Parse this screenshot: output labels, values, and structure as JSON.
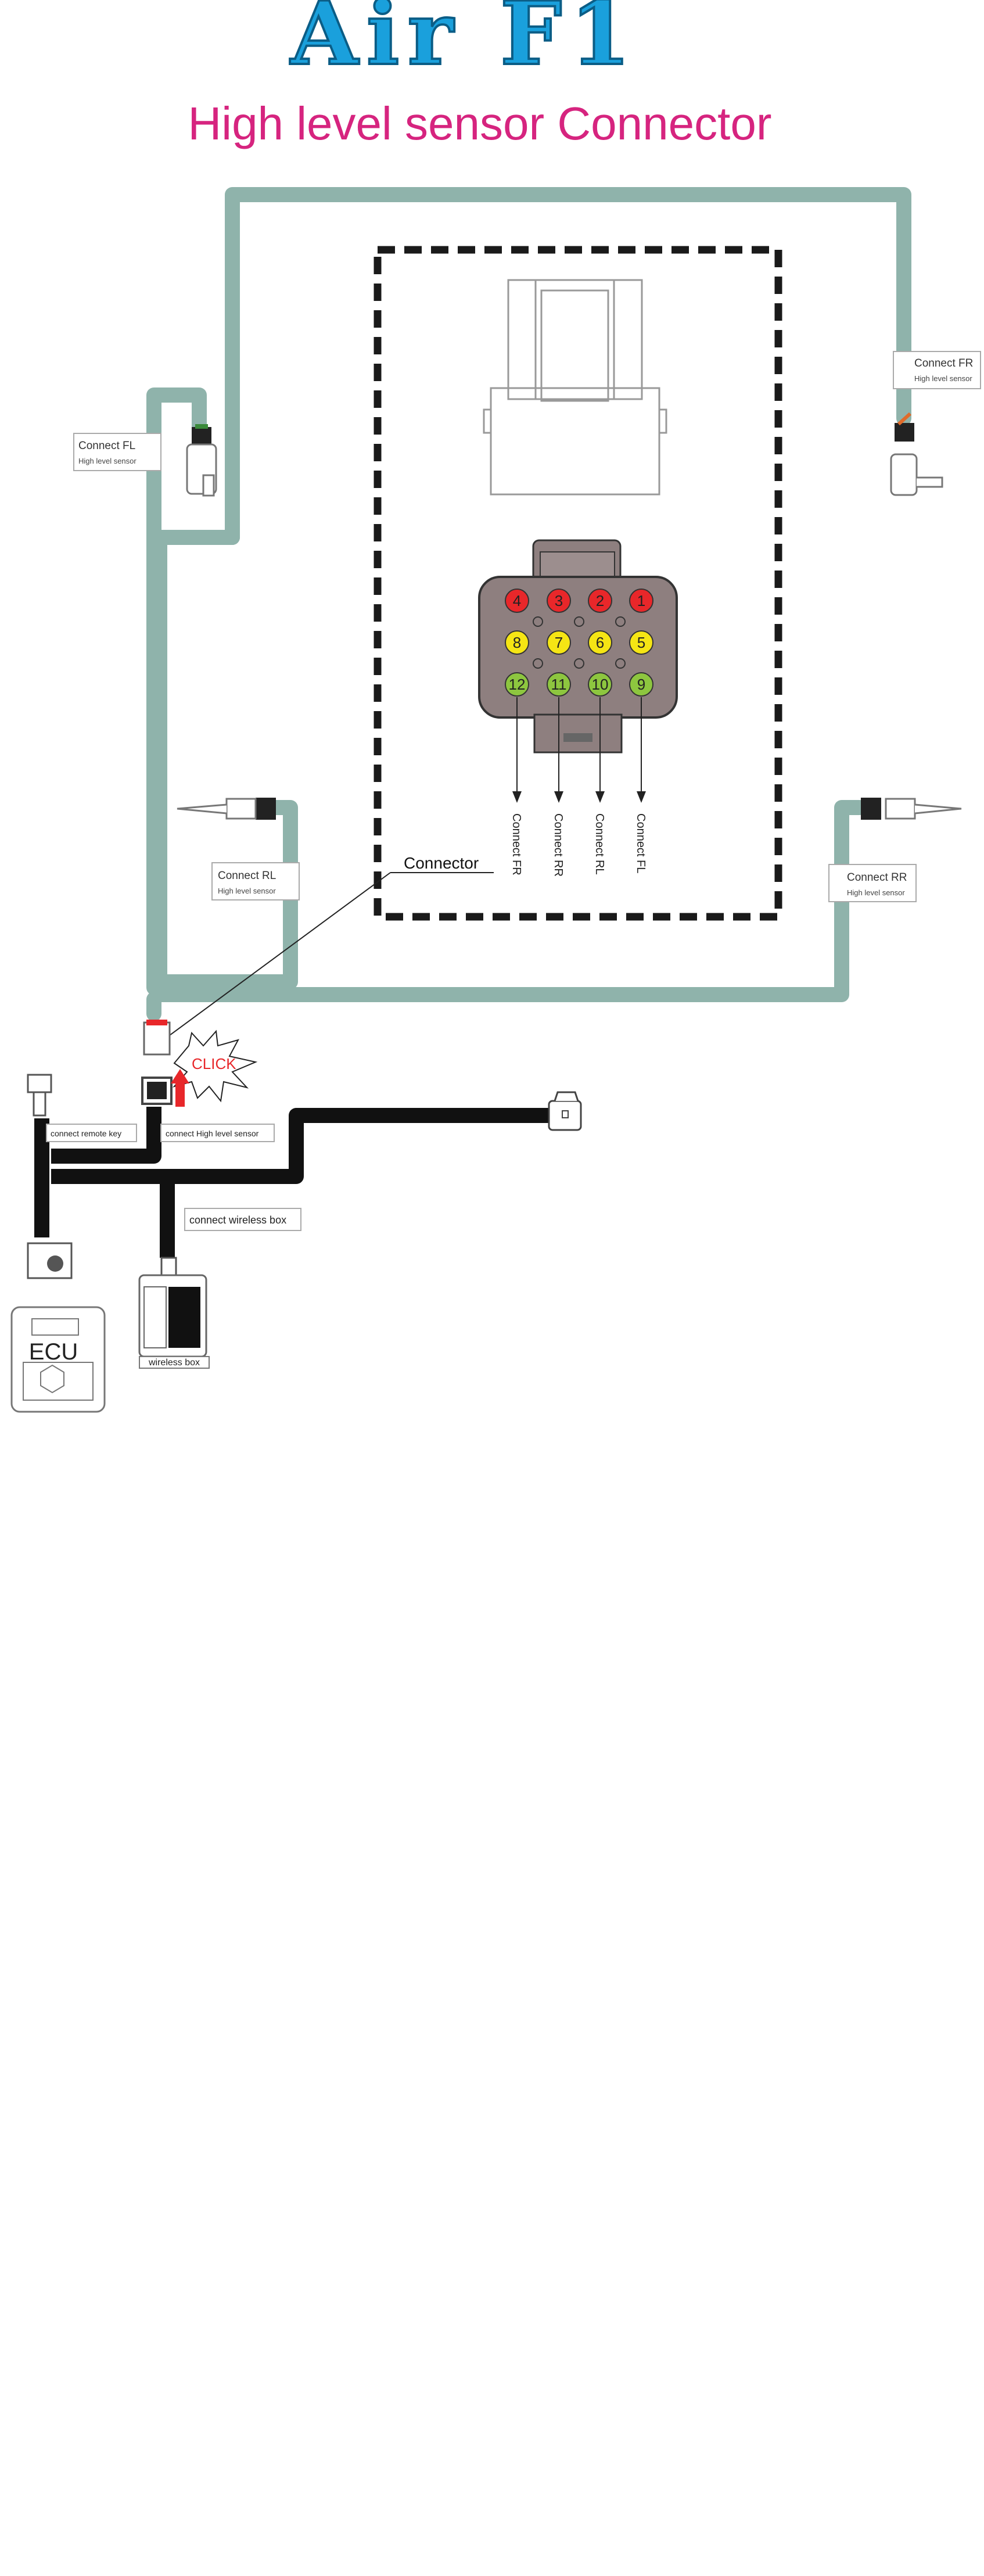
{
  "header": {
    "brand": "Air F1",
    "subtitle": "High level sensor Connector"
  },
  "sensors": {
    "fl": {
      "title": "Connect FL",
      "subtitle": "High level sensor"
    },
    "fr": {
      "title": "Connect FR",
      "subtitle": "High level sensor"
    },
    "rl": {
      "title": "Connect RL",
      "subtitle": "High level sensor"
    },
    "rr": {
      "title": "Connect RR",
      "subtitle": "High level sensor"
    }
  },
  "connector": {
    "label": "Connector",
    "pins": [
      {
        "number": "4",
        "color": "red"
      },
      {
        "number": "3",
        "color": "red"
      },
      {
        "number": "2",
        "color": "red"
      },
      {
        "number": "1",
        "color": "red"
      },
      {
        "number": "8",
        "color": "yellow"
      },
      {
        "number": "7",
        "color": "yellow"
      },
      {
        "number": "6",
        "color": "yellow"
      },
      {
        "number": "5",
        "color": "yellow"
      },
      {
        "number": "12",
        "color": "green"
      },
      {
        "number": "11",
        "color": "green"
      },
      {
        "number": "10",
        "color": "green"
      },
      {
        "number": "9",
        "color": "green"
      }
    ],
    "outputs": [
      "Connect FR",
      "Connect RR",
      "Connect RL",
      "Connect FL"
    ]
  },
  "harness": {
    "click_label": "CLICK",
    "remote_key": "connect remote key",
    "high_level": "connect High level sensor",
    "wireless": "connect wireless box",
    "ecu": "ECU",
    "wireless_box": "wireless box"
  },
  "colors": {
    "brand_blue": "#1aa0dc",
    "subtitle_magenta": "#d6247f",
    "harness_green": "#8fb3ab",
    "pin_red": "#e8272a",
    "pin_yellow": "#f5e514",
    "pin_green": "#8dc63f",
    "connector_body": "#8e7f7f",
    "click_red": "#e8272a"
  }
}
